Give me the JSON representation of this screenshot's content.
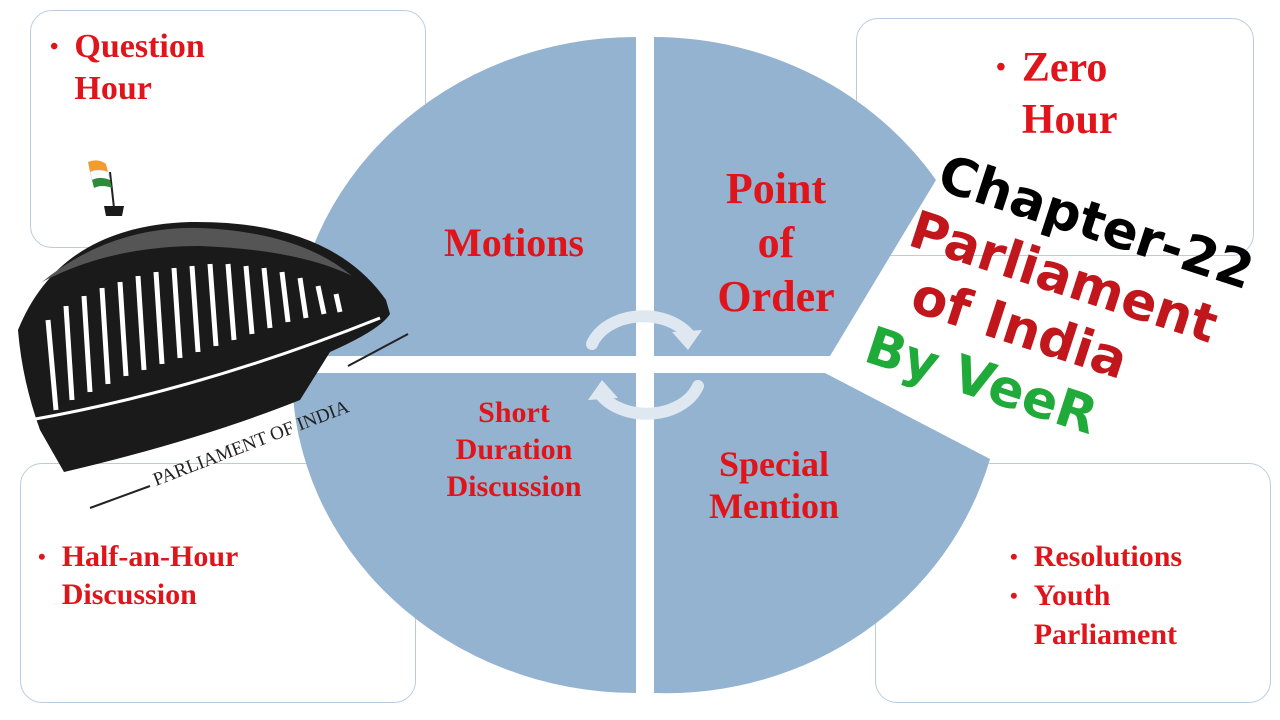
{
  "corner_boxes": {
    "top_left": {
      "items": [
        "Question Hour"
      ]
    },
    "top_right": {
      "items": [
        "Zero Hour"
      ]
    },
    "bottom_left": {
      "items": [
        "Half-an-Hour Discussion"
      ]
    },
    "bottom_right": {
      "items": [
        "Resolutions",
        "Youth Parliament"
      ]
    }
  },
  "quadrants": {
    "top_left": {
      "lines": [
        "Motions"
      ]
    },
    "top_right": {
      "lines": [
        "Point",
        "of",
        "Order"
      ]
    },
    "bottom_left": {
      "lines": [
        "Short",
        "Duration",
        "Discussion"
      ]
    },
    "bottom_right": {
      "lines": [
        "Special",
        "Mention"
      ]
    }
  },
  "title_overlay": {
    "line1": "Chapter-22",
    "line2": "Parliament",
    "line3": "of India",
    "line4": "By VeeR",
    "colors": {
      "line1": "#000000",
      "line2": "#c0161c",
      "line3": "#c0161c",
      "line4": "#1faa3a"
    }
  },
  "logo": {
    "caption": "PARLIAMENT OF INDIA"
  },
  "colors": {
    "quadrant_fill": "#94b3d0",
    "text_red": "#e0141b",
    "box_border": "#b9cde0"
  },
  "icons": {
    "center": "circular-arrows-icon",
    "logo": "parliament-building-icon"
  }
}
